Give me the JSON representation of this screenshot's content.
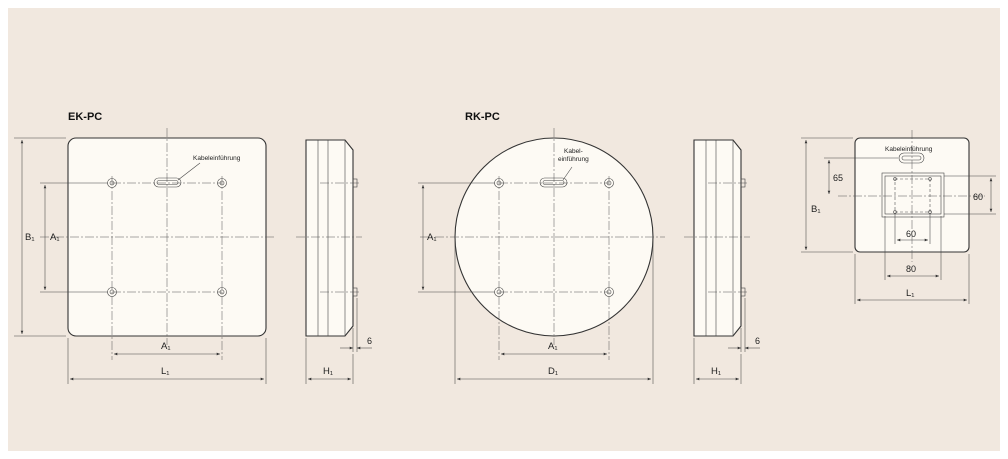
{
  "titles": {
    "ek": "EK-PC",
    "rk": "RK-PC"
  },
  "labels": {
    "cable_entry": "Kabeleinführung",
    "cable_entry_line1": "Kabel-",
    "cable_entry_line2": "einführung",
    "b1": "B₁",
    "a1": "A₁",
    "l1": "L₁",
    "h1": "H₁",
    "d1": "D₁"
  },
  "dims": {
    "six": "6",
    "sixtyfive": "65",
    "sixty": "60",
    "eighty": "80"
  },
  "colors": {
    "background": "#f1e8df",
    "panel": "#fdfaf4",
    "line": "#333333"
  }
}
